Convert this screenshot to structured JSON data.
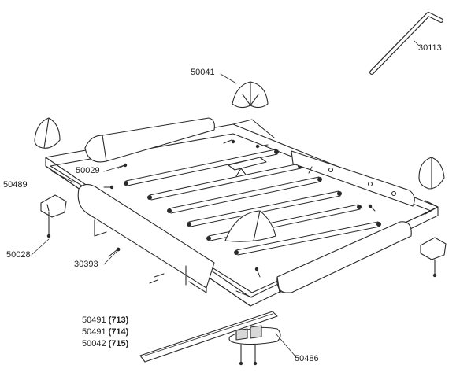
{
  "callouts": {
    "p30113": "30113",
    "p50041": "50041",
    "p50489": "50489",
    "p50029": "50029",
    "p50028": "50028",
    "p30393": "30393",
    "p50486": "50486"
  },
  "variants": [
    {
      "part": "50491",
      "code": "(713)"
    },
    {
      "part": "50491",
      "code": "(714)"
    },
    {
      "part": "50042",
      "code": "(715)"
    }
  ],
  "colors": {
    "line": "#2a2a2a",
    "fill": "#ffffff",
    "shade": "#d8d8d8",
    "dark": "#555555"
  }
}
